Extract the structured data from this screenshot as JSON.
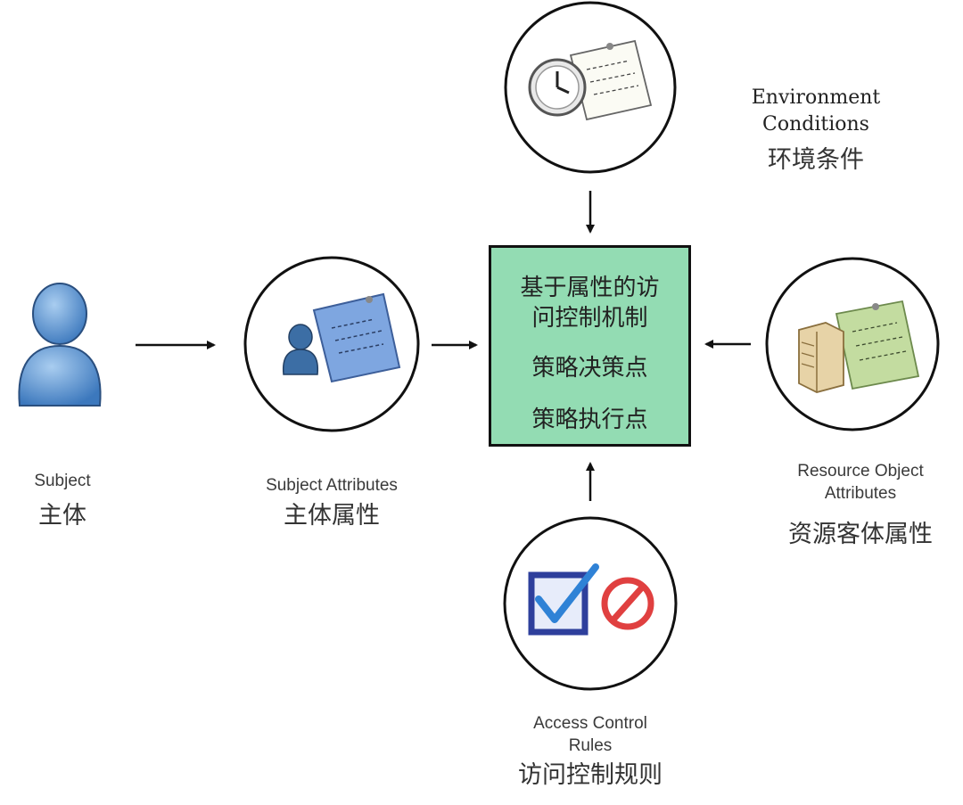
{
  "center": {
    "line1": "基于属性的访",
    "line2": "问控制机制",
    "line3": "策略决策点",
    "line4": "策略执行点"
  },
  "subject": {
    "label_en": "Subject",
    "label_zh": "主体"
  },
  "subject_attributes": {
    "label_en": "Subject Attributes",
    "label_zh": "主体属性"
  },
  "environment": {
    "label_en_1": "Environment",
    "label_en_2": "Conditions",
    "label_zh": "环境条件"
  },
  "resource": {
    "label_en_1": "Resource Object",
    "label_en_2": "Attributes",
    "label_zh": "资源客体属性"
  },
  "rules": {
    "label_en_1": "Access Control",
    "label_en_2": "Rules",
    "label_zh": "访问控制规则"
  },
  "colors": {
    "center_fill": "#93dcb3",
    "person_blue": "#5b9bd5",
    "note_blue": "#7ea6e0",
    "note_green": "#c3dca0",
    "check_blue": "#2e3f9c",
    "stop_red": "#e04040"
  }
}
